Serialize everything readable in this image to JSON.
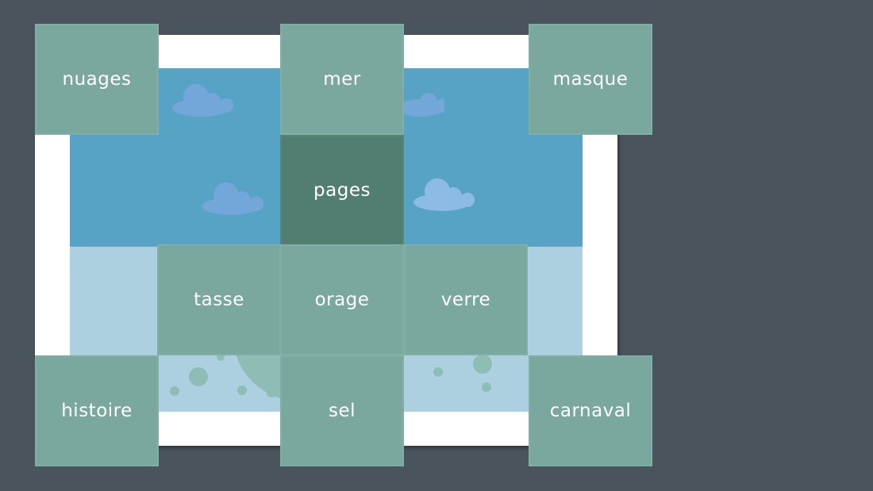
{
  "tiles": [
    {
      "label": "nuages"
    },
    {
      "label": "mer"
    },
    {
      "label": "masque"
    },
    {
      "label": "pages"
    },
    {
      "label": "tasse"
    },
    {
      "label": "orage"
    },
    {
      "label": "verre"
    },
    {
      "label": "histoire"
    },
    {
      "label": "sel"
    },
    {
      "label": "carnaval"
    }
  ],
  "colors": {
    "background": "#4a545d",
    "tile": "#7aa89e",
    "tile_selected": "#527e72",
    "sky": "#57a3c6",
    "sea": "#acd0e0"
  }
}
